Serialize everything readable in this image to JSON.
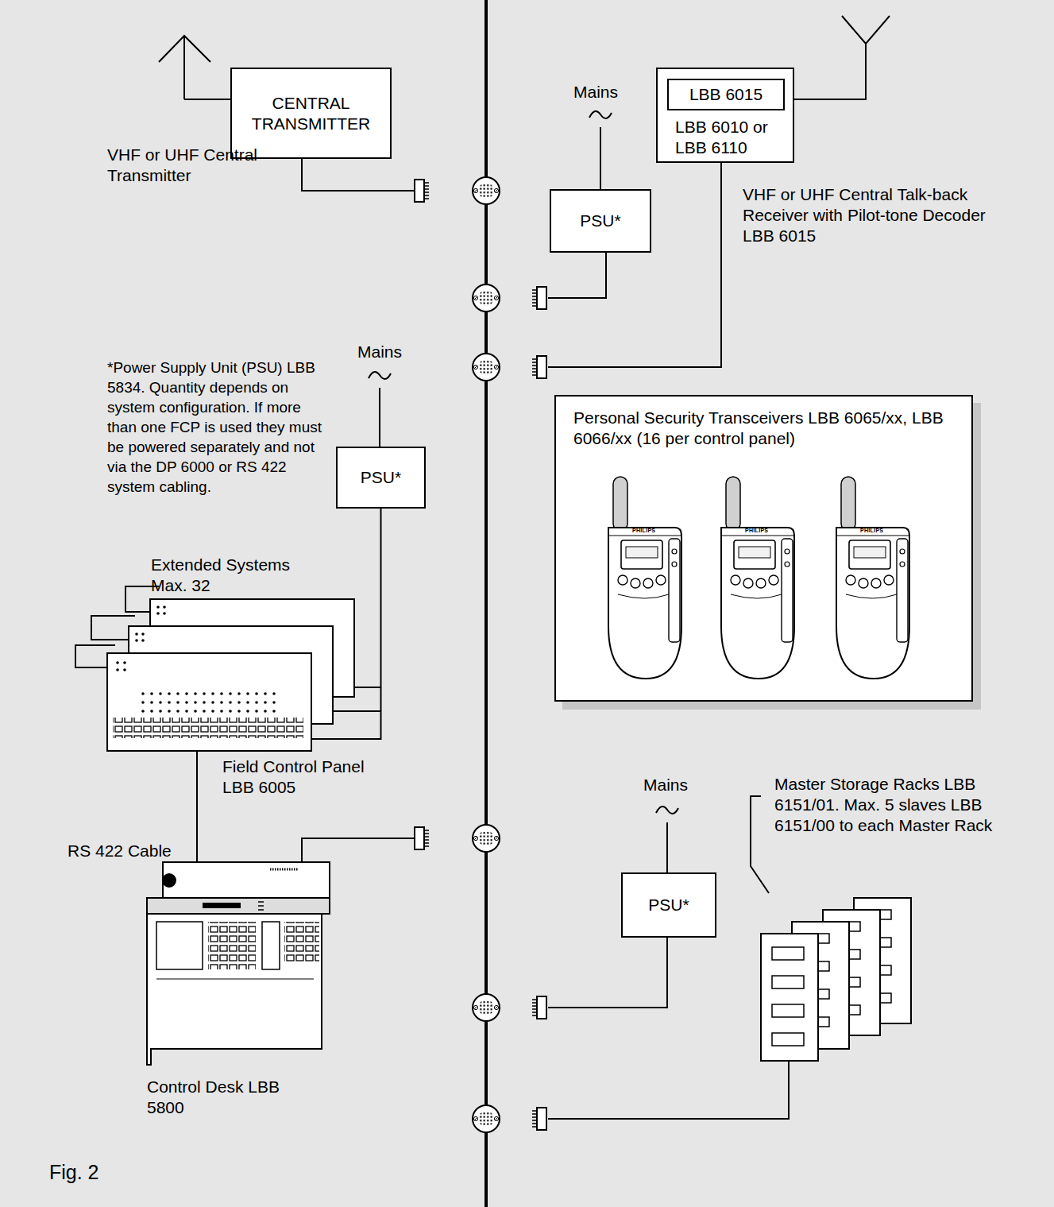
{
  "diagram": {
    "caption": "Fig. 2",
    "nodes": [
      {
        "text": [
          "CENTRAL TRANSMITTER"
        ]
      },
      {
        "text": [
          "LBB 6010 or LBB 6110"
        ]
      },
      {
        "text": [
          "LBB 6015"
        ],
        "in": 1
      },
      {
        "text": [
          "PSU*"
        ]
      },
      {
        "text": [
          "PSU*"
        ]
      },
      {
        "text": [
          "Personal Security Transceivers LBB 6065/xx, LBB 6066/xx (16 per control panel)"
        ]
      },
      {
        "text": [
          "Field Control Panel LBB 6005"
        ]
      },
      {
        "text": [
          "Control Desk LBB 5800"
        ]
      },
      {
        "text": [
          "Master Storage Racks LBB 6151/01. Max. 5 slaves LBB 6151/00 to each Master Rack"
        ]
      },
      {
        "text": [
          "PSU*"
        ]
      }
    ],
    "edges": [
      {
        "from": 4,
        "to": 6,
        "arrow": "none"
      },
      {
        "from": 6,
        "to": 7,
        "label": "RS 422 Cable",
        "arrow": "none"
      }
    ],
    "labels": [
      "VHF or UHF Central Transmitter",
      "Mains",
      "VHF or UHF Central Talk-back Receiver with Pilot-tone Decoder LBB 6015",
      "Mains",
      "*Power Supply Unit (PSU) LBB 5834. Quantity depends on system configuration. If more than one FCP is used they must be powered separately and not via the DP 6000 or RS 422 system cabling.",
      "Extended Systems Max. 32",
      "PHILIPS",
      "PHILIPS",
      "PHILIPS",
      "Mains"
    ]
  }
}
